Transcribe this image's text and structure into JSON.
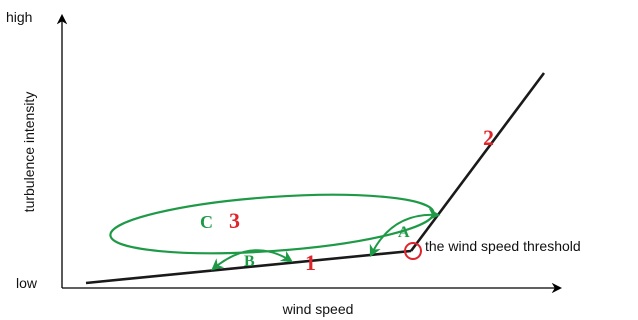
{
  "axes": {
    "y_label": "turbulence intensity",
    "y_high": "high",
    "y_low": "low",
    "x_label": "wind speed"
  },
  "annotations": {
    "threshold": "the wind speed threshold"
  },
  "regions": {
    "one": "1",
    "two": "2",
    "three": "3"
  },
  "angles": {
    "a": "A",
    "b": "B",
    "c": "C"
  },
  "colors": {
    "axis": "#000000",
    "curve": "#1a1a1a",
    "green": "#1e9a47",
    "red": "#e0242b"
  }
}
